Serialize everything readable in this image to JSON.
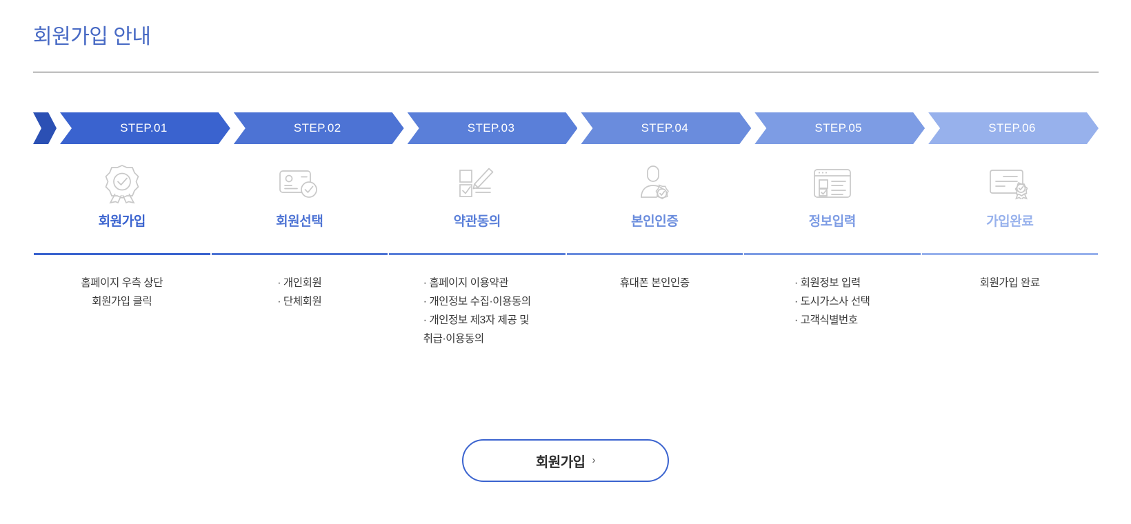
{
  "header": {
    "title": "회원가입 안내",
    "title_color": "#4769c4"
  },
  "steps": [
    {
      "badge": "STEP.01",
      "badge_color": "#3a63cf",
      "label": "회원가입",
      "label_color": "#3a63cf",
      "divider_color": "#3a63cf",
      "icon": "ribbon-check-icon",
      "desc_style": "centered",
      "desc": [
        "홈페이지 우측 상단",
        "회원가입 클릭"
      ]
    },
    {
      "badge": "STEP.02",
      "badge_color": "#4d73d4",
      "label": "회원선택",
      "label_color": "#4d73d4",
      "divider_color": "#4d73d4",
      "icon": "id-card-check-icon",
      "desc_style": "bulleted",
      "desc": [
        "개인회원",
        "단체회원"
      ]
    },
    {
      "badge": "STEP.03",
      "badge_color": "#5a7fd9",
      "label": "약관동의",
      "label_color": "#5a7fd9",
      "divider_color": "#5a7fd9",
      "icon": "checklist-pen-icon",
      "desc_style": "bulleted",
      "desc": [
        "홈페이지 이용약관",
        "개인정보 수집·이용동의",
        "개인정보 제3자 제공 및\n취급·이용동의"
      ]
    },
    {
      "badge": "STEP.04",
      "badge_color": "#6a8cdd",
      "label": "본인인증",
      "label_color": "#6a8cdd",
      "divider_color": "#6a8cdd",
      "icon": "person-badge-icon",
      "desc_style": "centered",
      "desc": [
        "휴대폰 본인인증"
      ]
    },
    {
      "badge": "STEP.05",
      "badge_color": "#7d9ce4",
      "label": "정보입력",
      "label_color": "#7d9ce4",
      "divider_color": "#7d9ce4",
      "icon": "form-window-icon",
      "desc_style": "bulleted",
      "desc": [
        "회원정보 입력",
        "도시가스사 선택",
        "고객식별번호"
      ]
    },
    {
      "badge": "STEP.06",
      "badge_color": "#97b1ec",
      "label": "가입완료",
      "label_color": "#97b1ec",
      "divider_color": "#97b1ec",
      "icon": "certificate-seal-icon",
      "desc_style": "centered",
      "desc": [
        "회원가입 완료"
      ]
    }
  ],
  "cta": {
    "label": "회원가입",
    "chevron": "›"
  },
  "colors": {
    "lead_arrow": "#2b50b4",
    "icon_gray": "#c8c8c8",
    "desc_text": "#3a3a3a",
    "rule": "#3f3f3f"
  }
}
